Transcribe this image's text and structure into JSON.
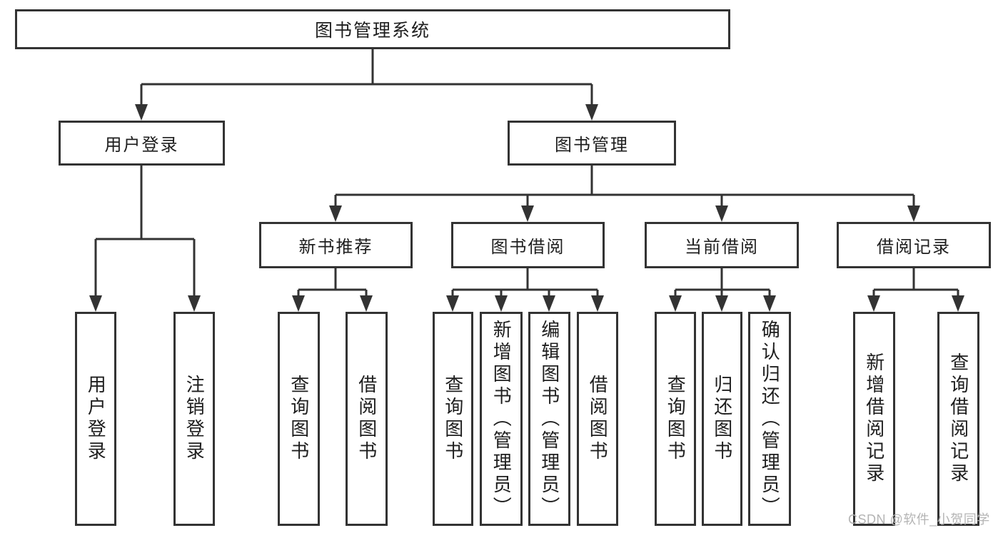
{
  "diagram": {
    "tree": {
      "label": "图书管理系统",
      "children": [
        {
          "label": "用户登录",
          "children": [
            {
              "label": "用户登录"
            },
            {
              "label": "注销登录"
            }
          ]
        },
        {
          "label": "图书管理",
          "children": [
            {
              "label": "新书推荐",
              "children": [
                {
                  "label": "查询图书"
                },
                {
                  "label": "借阅图书"
                }
              ]
            },
            {
              "label": "图书借阅",
              "children": [
                {
                  "label": "查询图书"
                },
                {
                  "label": "新增图书（管理员）"
                },
                {
                  "label": "编辑图书（管理员）"
                },
                {
                  "label": "借阅图书"
                }
              ]
            },
            {
              "label": "当前借阅",
              "children": [
                {
                  "label": "查询图书"
                },
                {
                  "label": "归还图书"
                },
                {
                  "label": "确认归还（管理员）"
                }
              ]
            },
            {
              "label": "借阅记录",
              "children": [
                {
                  "label": "新增借阅记录"
                },
                {
                  "label": "查询借阅记录"
                }
              ]
            }
          ]
        }
      ]
    }
  },
  "watermark": {
    "text": "CSDN @软件_小贺同学"
  },
  "colors": {
    "line": "#333333",
    "text": "#1e1e1e",
    "watermark": "#b4b4b4",
    "background": "#ffffff"
  }
}
